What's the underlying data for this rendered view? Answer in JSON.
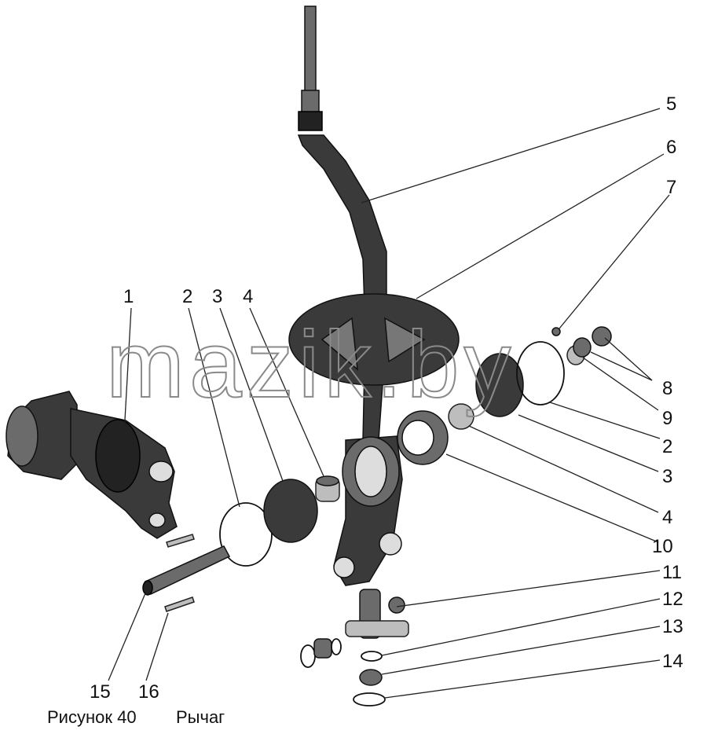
{
  "watermark": "mazik.by",
  "caption": {
    "figure": "Рисунок 40",
    "title": "Рычаг"
  },
  "callouts": [
    "1",
    "2",
    "3",
    "4",
    "5",
    "6",
    "7",
    "8",
    "9",
    "2",
    "3",
    "4",
    "10",
    "11",
    "12",
    "13",
    "14",
    "15",
    "16"
  ],
  "colors": {
    "ink": "#111111",
    "part_dark": "#222222",
    "part_mid": "#6b6b6b",
    "part_light": "#bdbdbd",
    "watermark": "#8a8a8a"
  }
}
